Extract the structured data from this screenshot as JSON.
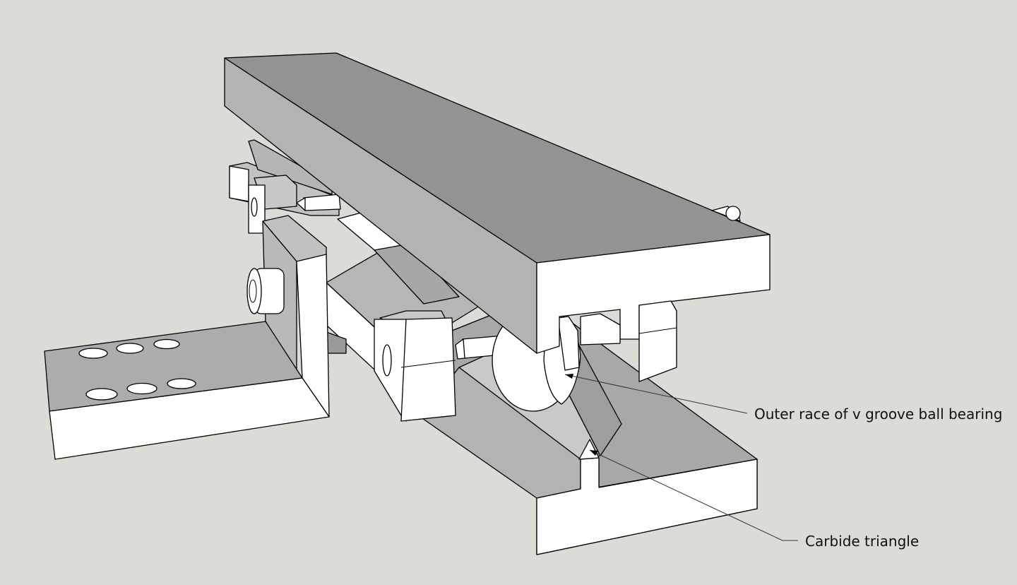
{
  "colors": {
    "background": "#dcdbd6",
    "face_white": "#ffffff",
    "face_light": "#c6c6c6",
    "face_mid": "#a8a8a8",
    "face_dark": "#939393",
    "edge": "#000000"
  },
  "annotations": [
    {
      "id": "bearing",
      "text": "Outer race of v groove ball bearing"
    },
    {
      "id": "carbide",
      "text": "Carbide triangle"
    }
  ]
}
